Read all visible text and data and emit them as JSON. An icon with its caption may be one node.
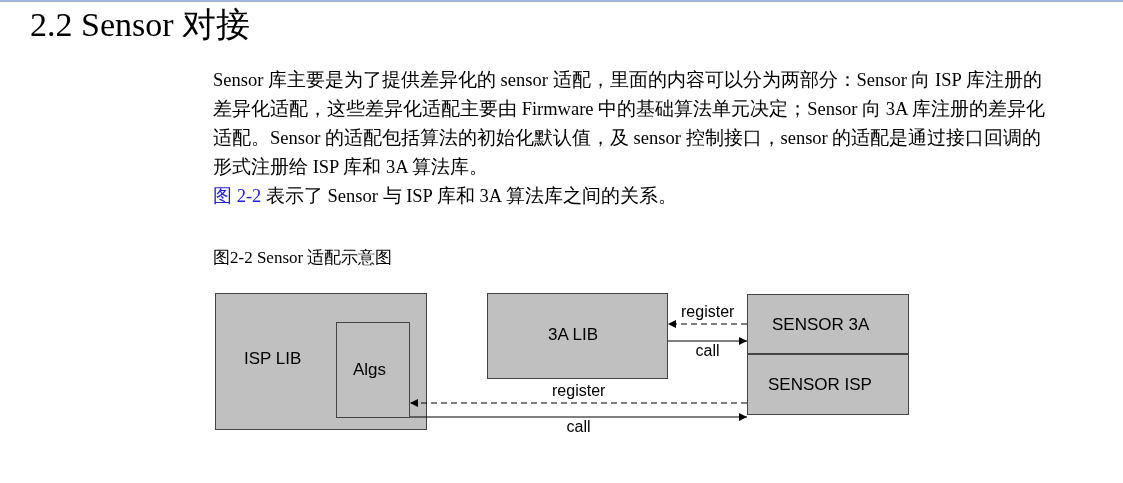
{
  "diagram": {
    "title": "2.2 Sensor 对接",
    "caption": "图2-2 Sensor 适配示意图",
    "nodes": [
      {
        "text": [
          "ISP LIB"
        ]
      },
      {
        "text": [
          "Algs"
        ],
        "in": 0
      },
      {
        "text": [
          "3A LIB"
        ]
      },
      {
        "text": [
          "SENSOR 3A"
        ]
      },
      {
        "text": [
          "SENSOR ISP"
        ]
      }
    ],
    "edges": [
      {
        "from": 3,
        "to": 2,
        "arrow": "to",
        "label": "register",
        "style": "dashed"
      },
      {
        "from": 2,
        "to": 3,
        "arrow": "to",
        "label": "call"
      },
      {
        "from": 4,
        "to": 1,
        "arrow": "to",
        "label": "register",
        "style": "dashed"
      },
      {
        "from": 1,
        "to": 4,
        "arrow": "to",
        "label": "call"
      }
    ],
    "labels": [
      "Sensor 库主要是为了提供差异化的 sensor 适配，里面的内容可以分为两部分：Sensor 向 ISP 库注册的差异化适配，这些差异化适配主要由 Firmware 中的基础算法单元决定；Sensor 向 3A 库注册的差异化适配。Sensor 的适配包括算法的初始化默认值，及 sensor 控制接口，sensor 的适配是通过接口回调的形式注册给 ISP 库和 3A 算法库。",
      "图 2-2",
      "表示了 Sensor 与 ISP 库和 3A 算法库之间的关系。"
    ]
  }
}
